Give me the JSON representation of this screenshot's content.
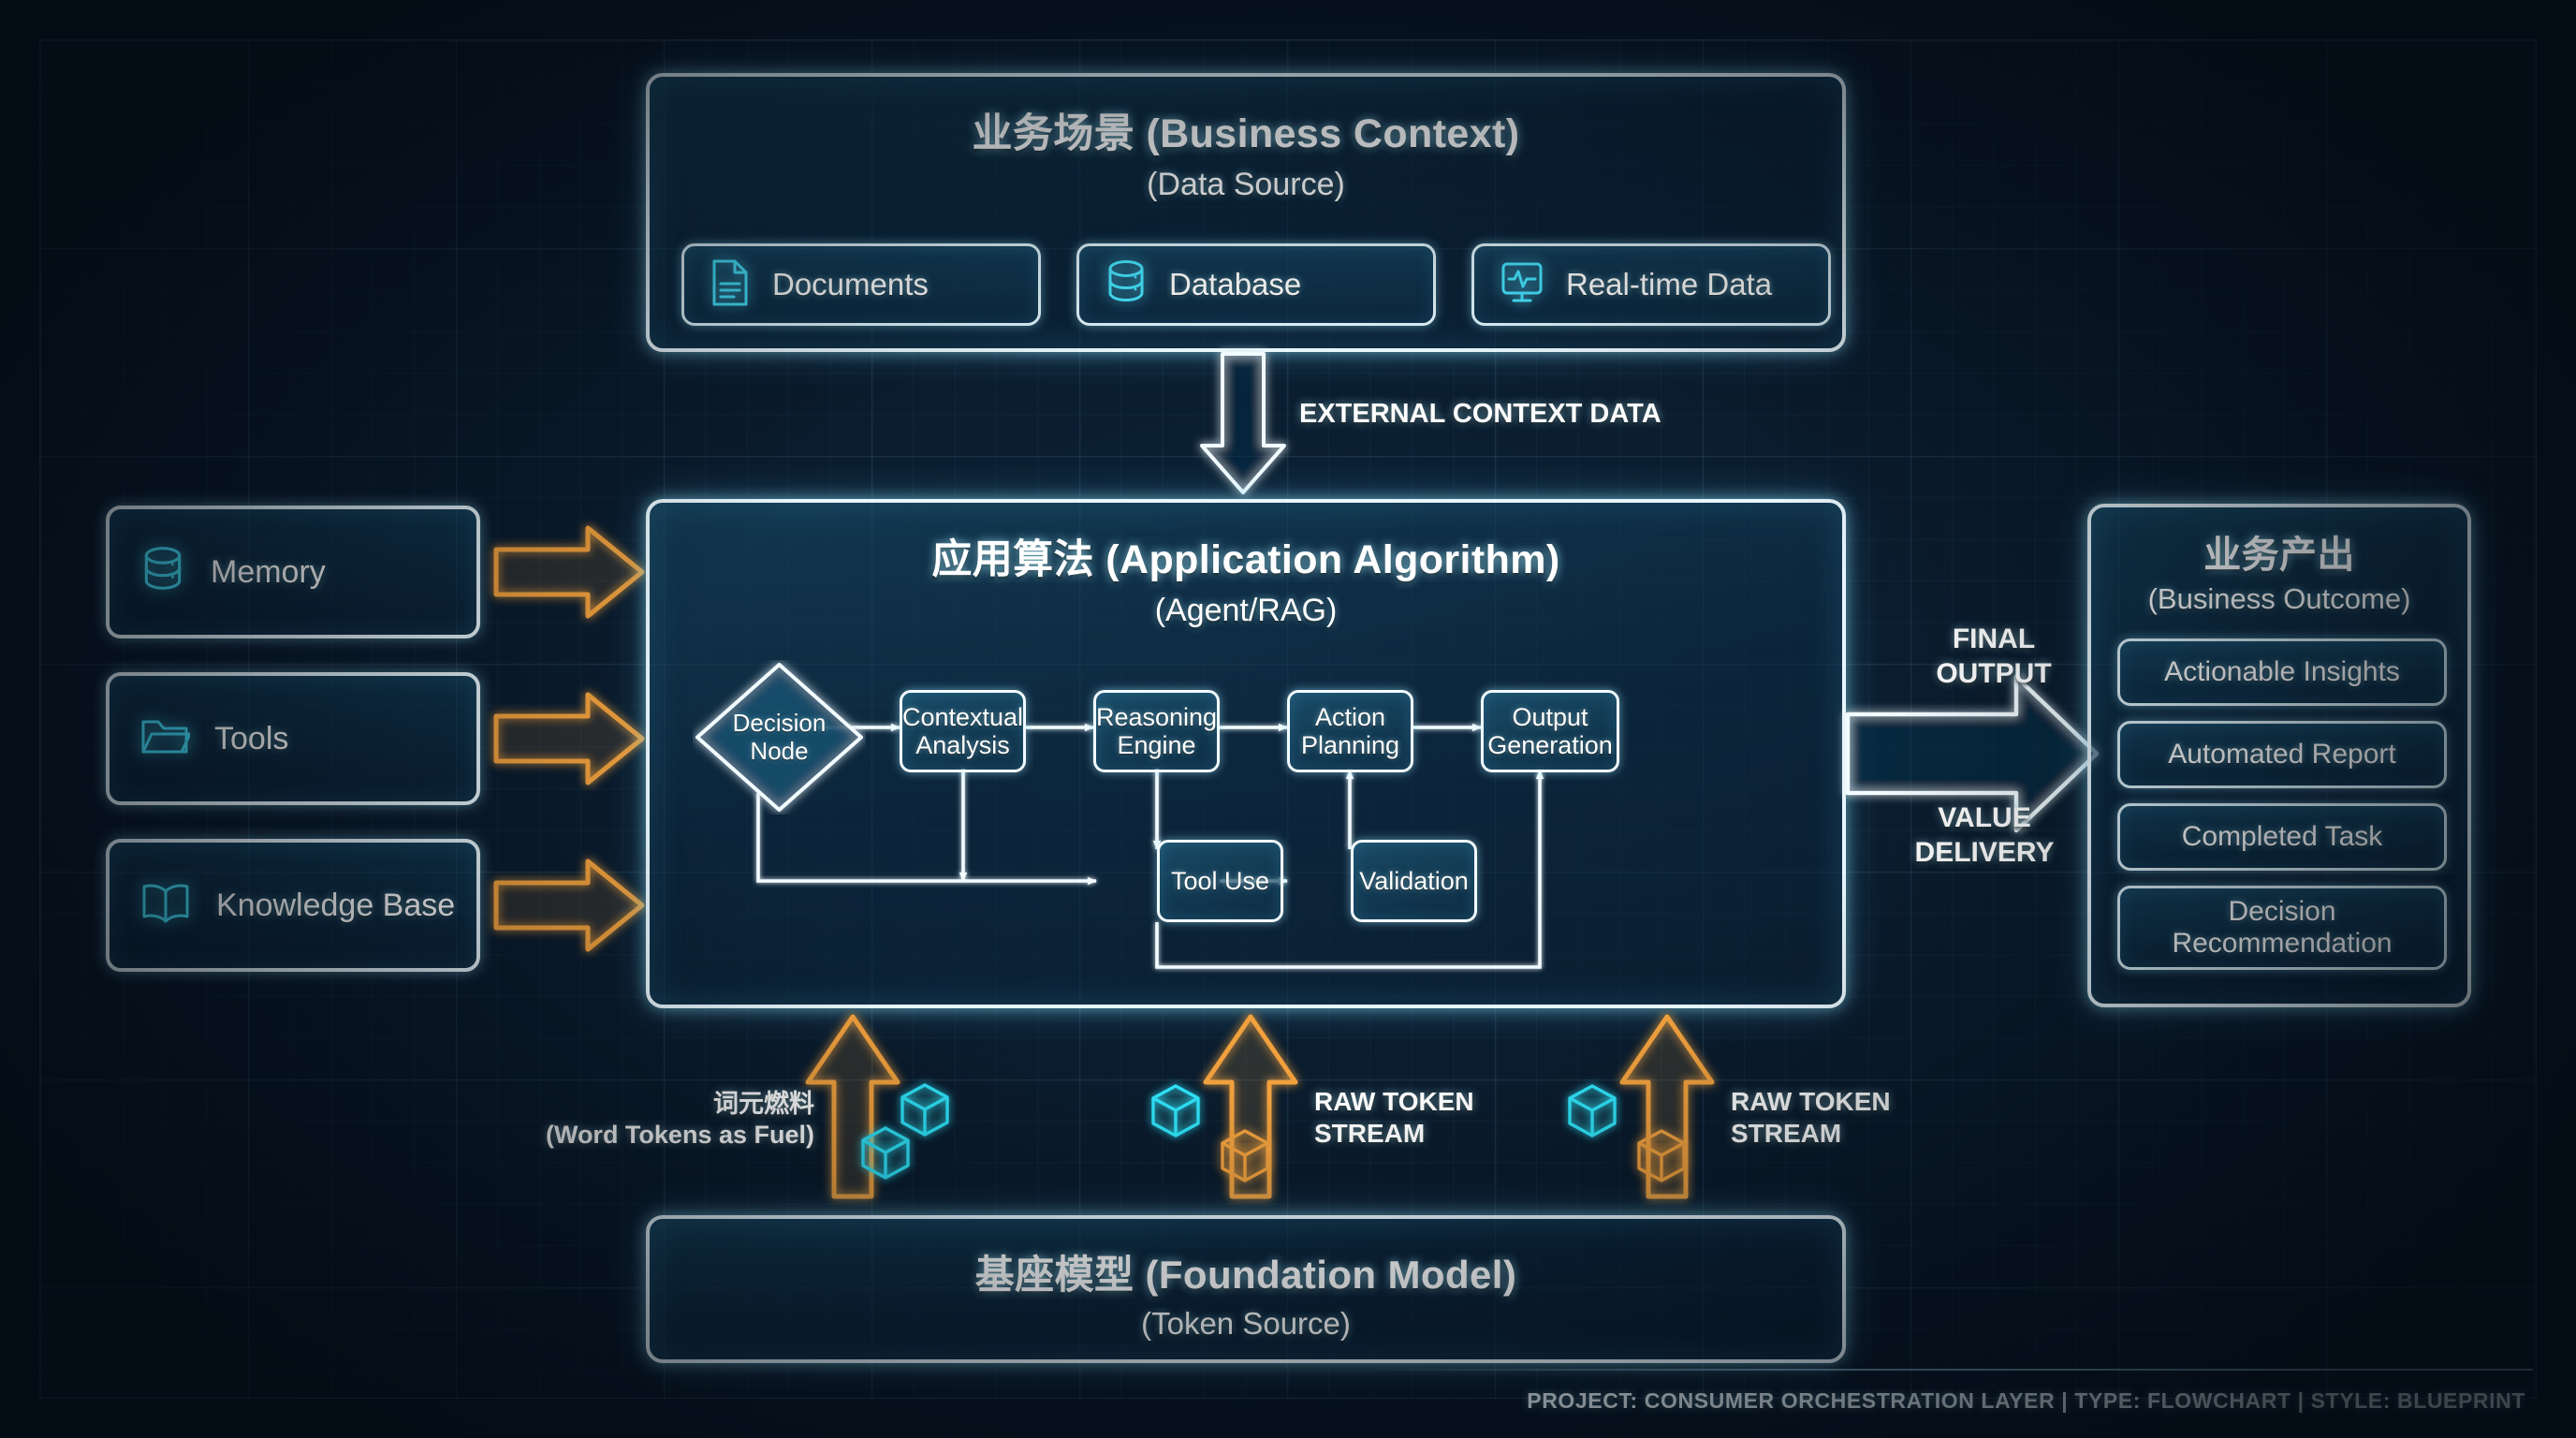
{
  "theme": {
    "bg": "#081523",
    "neon_white": "#e8f6fb",
    "cyan": "#2ee0f5",
    "orange": "#f0a03c",
    "grid": "#78b4d7"
  },
  "business_context": {
    "title": "业务场景 (Business Context)",
    "subtitle": "(Data Source)",
    "sources": [
      {
        "label": "Documents",
        "icon": "document-icon"
      },
      {
        "label": "Database",
        "icon": "database-icon"
      },
      {
        "label": "Real-time Data",
        "icon": "monitor-pulse-icon"
      }
    ]
  },
  "context_flow": {
    "label": "EXTERNAL CONTEXT DATA",
    "arrow": "down-arrow-icon"
  },
  "inputs": [
    {
      "label": "Memory",
      "icon": "database-icon",
      "arrow": "right-arrow-icon"
    },
    {
      "label": "Tools",
      "icon": "folder-icon",
      "arrow": "right-arrow-icon"
    },
    {
      "label": "Knowledge Base",
      "icon": "open-book-icon",
      "arrow": "right-arrow-icon"
    }
  ],
  "application_algorithm": {
    "title": "应用算法 (Application Algorithm)",
    "subtitle": "(Agent/RAG)",
    "nodes": [
      {
        "id": "decision",
        "label": "Decision\nNode",
        "shape": "diamond"
      },
      {
        "id": "contextual",
        "label": "Contextual\nAnalysis",
        "shape": "box"
      },
      {
        "id": "reasoning",
        "label": "Reasoning\nEngine",
        "shape": "box"
      },
      {
        "id": "action",
        "label": "Action\nPlanning",
        "shape": "box"
      },
      {
        "id": "output",
        "label": "Output\nGeneration",
        "shape": "box"
      },
      {
        "id": "tooluse",
        "label": "Tool Use",
        "shape": "box"
      },
      {
        "id": "validation",
        "label": "Validation",
        "shape": "box"
      }
    ],
    "edges": [
      {
        "from": "decision",
        "to": "contextual"
      },
      {
        "from": "contextual",
        "to": "reasoning"
      },
      {
        "from": "reasoning",
        "to": "action"
      },
      {
        "from": "action",
        "to": "output"
      },
      {
        "from": "decision",
        "to": "tooluse"
      },
      {
        "from": "contextual",
        "to": "tooluse"
      },
      {
        "from": "reasoning",
        "to": "tooluse"
      },
      {
        "from": "tooluse",
        "to": "validation"
      },
      {
        "from": "validation",
        "to": "action"
      },
      {
        "from": "tooluse",
        "to": "output"
      }
    ]
  },
  "output_flow": {
    "top_label": "FINAL\nOUTPUT",
    "bottom_label": "VALUE\nDELIVERY",
    "arrow": "right-arrow-icon"
  },
  "business_outcome": {
    "title": "业务产出",
    "subtitle": "(Business Outcome)",
    "items": [
      "Actionable Insights",
      "Automated Report",
      "Completed Task",
      "Decision\nRecommendation"
    ]
  },
  "token_streams": [
    {
      "label": "词元燃料\n(Word Tokens as Fuel)",
      "cube_color": "cyan",
      "arrow": "up-arrow-icon",
      "label_side": "left"
    },
    {
      "label": "RAW TOKEN\nSTREAM",
      "cube_color": "orange",
      "arrow": "up-arrow-icon",
      "label_side": "right"
    },
    {
      "label": "RAW TOKEN\nSTREAM",
      "cube_color": "orange",
      "arrow": "up-arrow-icon",
      "label_side": "right"
    }
  ],
  "foundation_model": {
    "title": "基座模型 (Foundation Model)",
    "subtitle": "(Token Source)"
  },
  "footer": {
    "text": "PROJECT: CONSUMER ORCHESTRATION LAYER | TYPE: FLOWCHART | STYLE: BLUEPRINT"
  }
}
